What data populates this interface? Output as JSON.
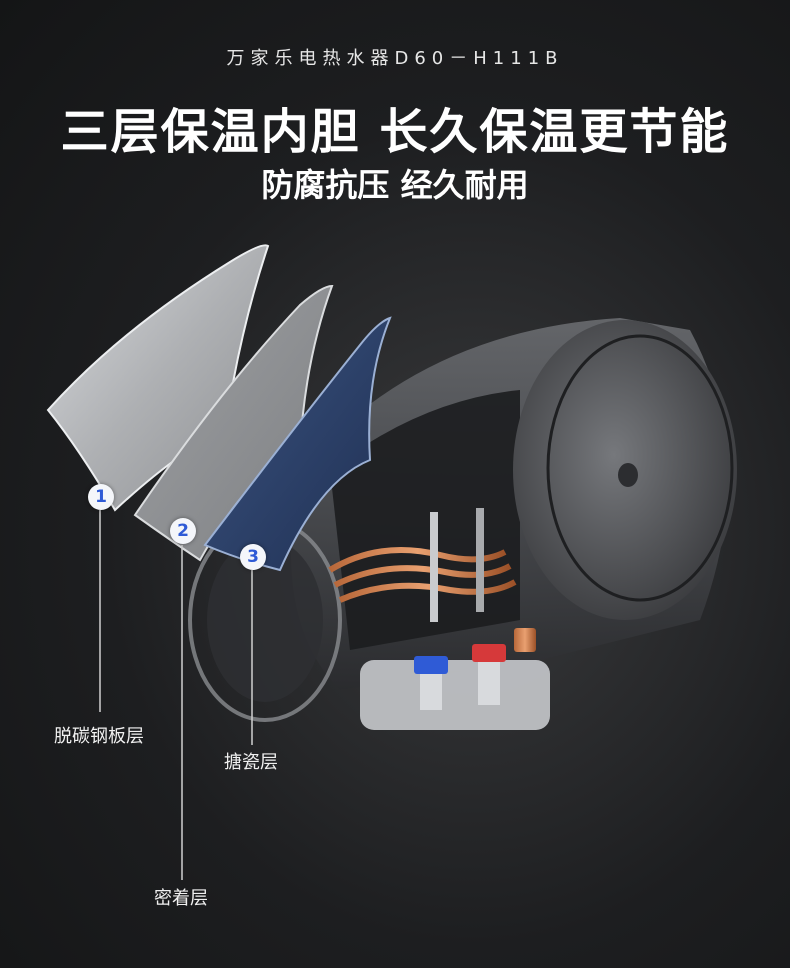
{
  "header": {
    "model_line": "万家乐电热水器D60－H111B",
    "headline": "三层保温内胆 长久保温更节能",
    "subheadline": "防腐抗压 经久耐用"
  },
  "layers": [
    {
      "number": "1",
      "label": "脱碳钢板层"
    },
    {
      "number": "2",
      "label": "密着层"
    },
    {
      "number": "3",
      "label": "搪瓷层"
    }
  ],
  "colors": {
    "marker_number": "#2f5bd6",
    "enamel_layer": "#2b3f66",
    "steel_layer": "#b8babd",
    "adhesion_layer": "#9a9c9f"
  }
}
